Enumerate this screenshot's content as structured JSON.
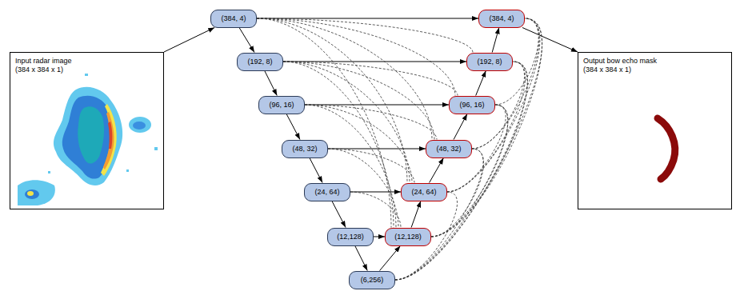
{
  "diagram": {
    "nodes": [
      {
        "text": [
          "Input radar image",
          "(384 x 384 x 1)"
        ]
      },
      {
        "text": [
          "(384, 4)"
        ]
      },
      {
        "text": [
          "(192, 8)"
        ]
      },
      {
        "text": [
          "(96, 16)"
        ]
      },
      {
        "text": [
          "(48, 32)"
        ]
      },
      {
        "text": [
          "(24, 64)"
        ]
      },
      {
        "text": [
          "(12,128)"
        ]
      },
      {
        "text": [
          "(6,256)"
        ]
      },
      {
        "text": [
          "(384, 4)"
        ]
      },
      {
        "text": [
          "(192, 8)"
        ]
      },
      {
        "text": [
          "(96, 16)"
        ]
      },
      {
        "text": [
          "(48, 32)"
        ]
      },
      {
        "text": [
          "(24, 64)"
        ]
      },
      {
        "text": [
          "(12,128)"
        ]
      },
      {
        "text": [
          "Output bow echo mask",
          "(384 x 384 x 1)"
        ]
      }
    ],
    "edges": [
      {
        "from": 0,
        "to": 1,
        "arrow": "to"
      },
      {
        "from": 1,
        "to": 2,
        "arrow": "to"
      },
      {
        "from": 2,
        "to": 3,
        "arrow": "to"
      },
      {
        "from": 3,
        "to": 4,
        "arrow": "to"
      },
      {
        "from": 4,
        "to": 5,
        "arrow": "to"
      },
      {
        "from": 5,
        "to": 6,
        "arrow": "to"
      },
      {
        "from": 6,
        "to": 7,
        "arrow": "to"
      },
      {
        "from": 1,
        "to": 8,
        "arrow": "to"
      },
      {
        "from": 2,
        "to": 9,
        "arrow": "to"
      },
      {
        "from": 3,
        "to": 10,
        "arrow": "to"
      },
      {
        "from": 4,
        "to": 11,
        "arrow": "to"
      },
      {
        "from": 5,
        "to": 12,
        "arrow": "to"
      },
      {
        "from": 6,
        "to": 13,
        "arrow": "to"
      },
      {
        "from": 7,
        "to": 13,
        "arrow": "to"
      },
      {
        "from": 13,
        "to": 12,
        "arrow": "to"
      },
      {
        "from": 12,
        "to": 11,
        "arrow": "to"
      },
      {
        "from": 11,
        "to": 10,
        "arrow": "to"
      },
      {
        "from": 10,
        "to": 9,
        "arrow": "to"
      },
      {
        "from": 9,
        "to": 8,
        "arrow": "to"
      },
      {
        "from": 8,
        "to": 14,
        "arrow": "to"
      },
      {
        "from": 1,
        "to": 9,
        "arrow": "none"
      },
      {
        "from": 1,
        "to": 10,
        "arrow": "none"
      },
      {
        "from": 2,
        "to": 10,
        "arrow": "none"
      },
      {
        "from": 1,
        "to": 11,
        "arrow": "none"
      },
      {
        "from": 2,
        "to": 11,
        "arrow": "none"
      },
      {
        "from": 3,
        "to": 11,
        "arrow": "none"
      },
      {
        "from": 1,
        "to": 12,
        "arrow": "none"
      },
      {
        "from": 2,
        "to": 12,
        "arrow": "none"
      },
      {
        "from": 3,
        "to": 12,
        "arrow": "none"
      },
      {
        "from": 4,
        "to": 12,
        "arrow": "none"
      },
      {
        "from": 1,
        "to": 13,
        "arrow": "none"
      },
      {
        "from": 2,
        "to": 13,
        "arrow": "none"
      },
      {
        "from": 3,
        "to": 13,
        "arrow": "none"
      },
      {
        "from": 4,
        "to": 13,
        "arrow": "none"
      },
      {
        "from": 5,
        "to": 13,
        "arrow": "none"
      },
      {
        "from": 10,
        "to": 8,
        "arrow": "none"
      },
      {
        "from": 11,
        "to": 8,
        "arrow": "none"
      },
      {
        "from": 12,
        "to": 8,
        "arrow": "none"
      },
      {
        "from": 13,
        "to": 8,
        "arrow": "none"
      },
      {
        "from": 7,
        "to": 8,
        "arrow": "none"
      },
      {
        "from": 11,
        "to": 9,
        "arrow": "none"
      },
      {
        "from": 12,
        "to": 9,
        "arrow": "none"
      },
      {
        "from": 13,
        "to": 9,
        "arrow": "none"
      },
      {
        "from": 7,
        "to": 9,
        "arrow": "none"
      },
      {
        "from": 12,
        "to": 10,
        "arrow": "none"
      },
      {
        "from": 13,
        "to": 10,
        "arrow": "none"
      },
      {
        "from": 7,
        "to": 10,
        "arrow": "none"
      },
      {
        "from": 13,
        "to": 11,
        "arrow": "none"
      },
      {
        "from": 7,
        "to": 11,
        "arrow": "none"
      },
      {
        "from": 7,
        "to": 12,
        "arrow": "none"
      }
    ]
  }
}
